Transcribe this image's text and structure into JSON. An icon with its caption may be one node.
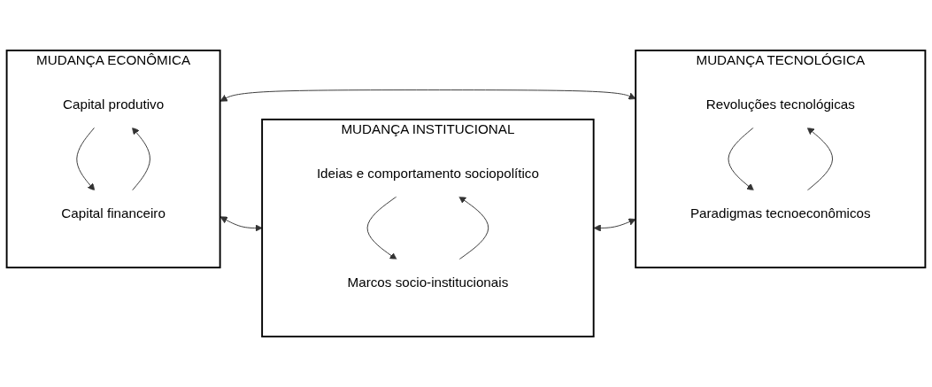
{
  "diagram": {
    "nodes": [
      {
        "text": [
          "MUDANÇA ECONÔMICA"
        ]
      },
      {
        "text": [
          "Capital produtivo"
        ],
        "in": 0
      },
      {
        "text": [
          "Capital financeiro"
        ],
        "in": 0
      },
      {
        "text": [
          "MUDANÇA INSTITUCIONAL"
        ]
      },
      {
        "text": [
          "Ideias e comportamento sociopolítico"
        ],
        "in": 3
      },
      {
        "text": [
          "Marcos socio-institucionais"
        ],
        "in": 3
      },
      {
        "text": [
          "MUDANÇA TECNOLÓGICA"
        ]
      },
      {
        "text": [
          "Revoluções tecnológicas"
        ],
        "in": 6
      },
      {
        "text": [
          "Paradigmas tecnoeconômicos"
        ],
        "in": 6
      }
    ],
    "edges": [
      {
        "from": 0,
        "to": 3,
        "arrow": "both"
      },
      {
        "from": 0,
        "to": 6,
        "arrow": "both"
      },
      {
        "from": 3,
        "to": 6,
        "arrow": "both"
      },
      {
        "from": 1,
        "to": 2,
        "arrow": "to"
      },
      {
        "from": 2,
        "to": 1,
        "arrow": "to"
      },
      {
        "from": 4,
        "to": 5,
        "arrow": "to"
      },
      {
        "from": 5,
        "to": 4,
        "arrow": "to"
      },
      {
        "from": 7,
        "to": 8,
        "arrow": "to"
      },
      {
        "from": 8,
        "to": 7,
        "arrow": "to"
      }
    ]
  }
}
